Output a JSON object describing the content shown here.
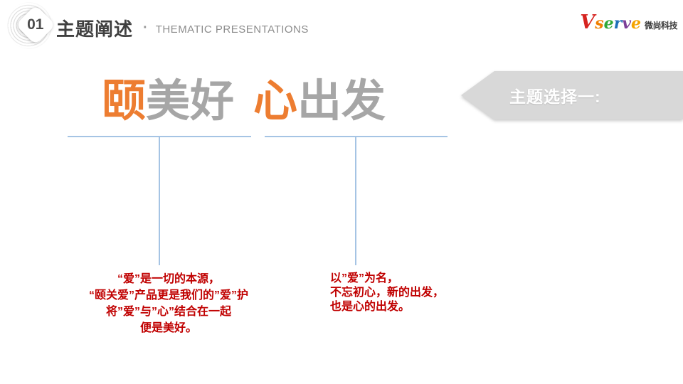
{
  "header": {
    "badge_number": "01",
    "title_cn": "主题阐述",
    "separator": "·",
    "title_en": "THEMATIC PRESENTATIONS"
  },
  "logo": {
    "letters": [
      {
        "ch": "V",
        "color": "#D6231F"
      },
      {
        "ch": "s",
        "color": "#F07F00"
      },
      {
        "ch": "e",
        "color": "#2FA737"
      },
      {
        "ch": "r",
        "color": "#1D6FB8"
      },
      {
        "ch": "v",
        "color": "#7D3F98"
      },
      {
        "ch": "e",
        "color": "#F5A300"
      }
    ],
    "company": "微尚科技",
    "company_color": "#3A3A3A"
  },
  "title": {
    "segments": [
      {
        "text": "颐",
        "color": "#ED7D31"
      },
      {
        "text": "美好",
        "color": "#A6A6A6"
      },
      {
        "text": "心",
        "color": "#ED7D31"
      },
      {
        "text": "出发",
        "color": "#A6A6A6"
      }
    ]
  },
  "banner": {
    "label": "主题选择一:",
    "bg_color": "#D8D8D8",
    "text_color": "#FFFFFF"
  },
  "guides": {
    "line_color": "#A5C4E4"
  },
  "notes": {
    "text_color": "#C00000",
    "left": {
      "lines": [
        "“爱”是一切的本源，",
        "“颐关爱”产品更是我们的”爱”护",
        "将”爱”与”心”结合在一起",
        "便是美好。"
      ]
    },
    "right": {
      "lines": [
        "以”爱”为名，",
        "不忘初心，新的出发，",
        "也是心的出发。"
      ]
    }
  }
}
